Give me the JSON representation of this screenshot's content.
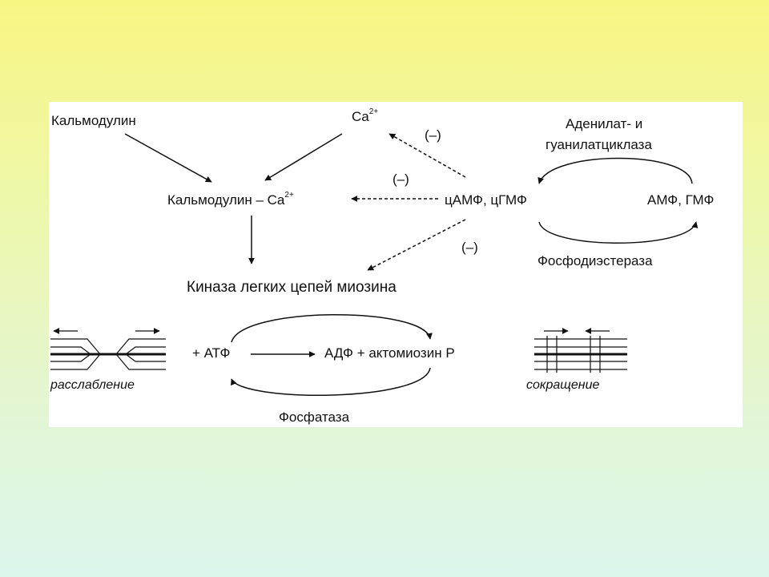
{
  "diagram": {
    "labels": {
      "calmodulin": "Кальмодулин",
      "ca": "Ca",
      "ca_charge": "2+",
      "complex": "Кальмодулин – Ca",
      "complex_charge": "2+",
      "camp_cgmp": "цАМФ, цГМФ",
      "amp_gmp": "АМФ, ГМФ",
      "cyclase_line1": "Аденилат- и",
      "cyclase_line2": "гуанилатциклаза",
      "phosphodiesterase": "Фосфодиэстераза",
      "kinase": "Киназа легких цепей миозина",
      "atp": "+ АТФ",
      "adp_actomyosin": "АДФ + актомиозин Р",
      "phosphatase": "Фосфатаза",
      "relaxation": "расслабление",
      "contraction": "сокращение",
      "inhibit_1": "(–)",
      "inhibit_2": "(–)",
      "inhibit_3": "(–)"
    }
  }
}
